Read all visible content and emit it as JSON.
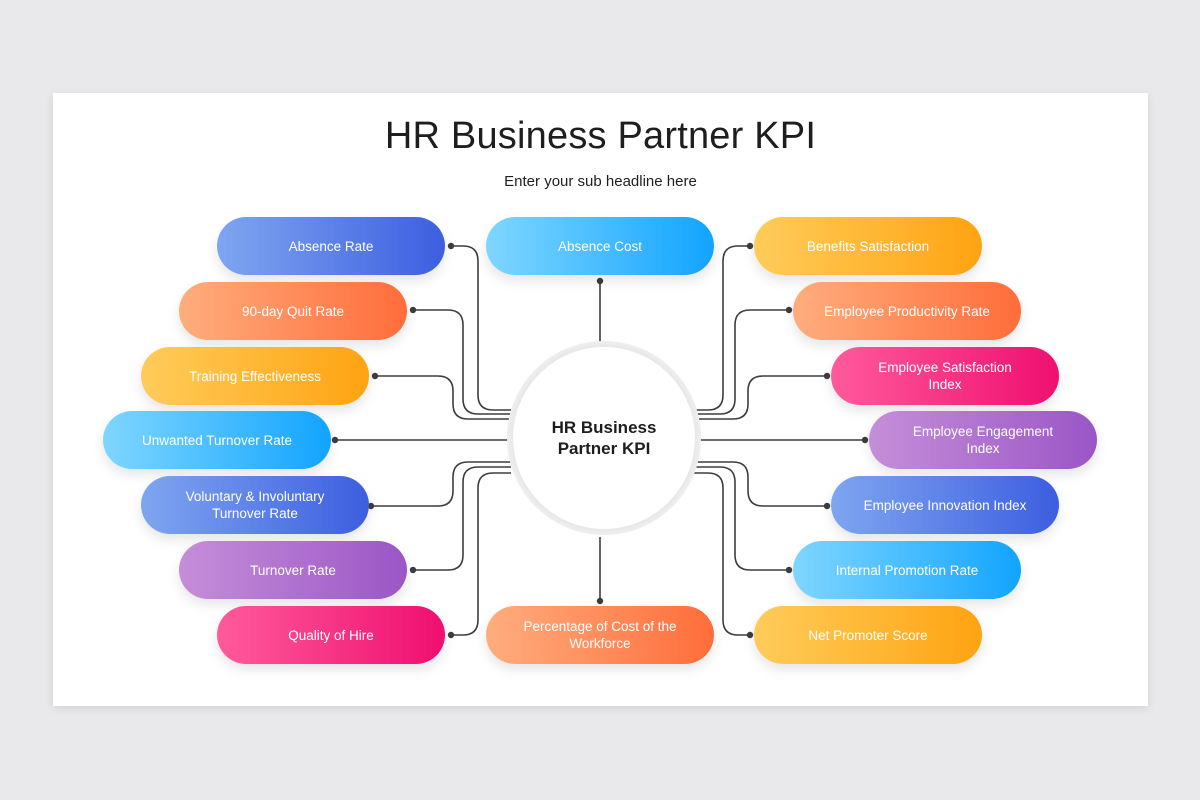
{
  "title": "HR Business Partner KPI",
  "subtitle": "Enter your sub headline here",
  "center": {
    "label": "HR Business Partner KPI"
  },
  "colors": {
    "blue_indigo": [
      "#7ea6f0",
      "#3d5ee0"
    ],
    "orange": [
      "#ffad7d",
      "#ff6d3a"
    ],
    "amber": [
      "#ffcc5a",
      "#ffa312"
    ],
    "sky": [
      "#7fd6ff",
      "#12a4ff"
    ],
    "purple": [
      "#c58ed8",
      "#9a56c6"
    ],
    "pink": [
      "#ff5a9c",
      "#ef0f6f"
    ],
    "line": "#3d3d3d"
  },
  "kpis": {
    "absence_rate": "Absence  Rate",
    "quit_90": "90-day Quit Rate",
    "training": "Training Effectiveness",
    "unwanted_turnover": "Unwanted Turnover Rate",
    "voluntary_turnover": "Voluntary & Involuntary Turnover Rate",
    "turnover": "Turnover Rate",
    "quality_hire": "Quality of Hire",
    "absence_cost": "Absence  Cost",
    "cost_workforce": "Percentage  of Cost of the Workforce",
    "benefits": "Benefits Satisfaction",
    "productivity": "Employee Productivity Rate",
    "satisfaction_index": "Employee Satisfaction Index",
    "engagement_index": "Employee Engagement Index",
    "innovation_index": "Employee Innovation Index",
    "internal_promotion": "Internal Promotion Rate",
    "nps": "Net Promoter Score"
  }
}
